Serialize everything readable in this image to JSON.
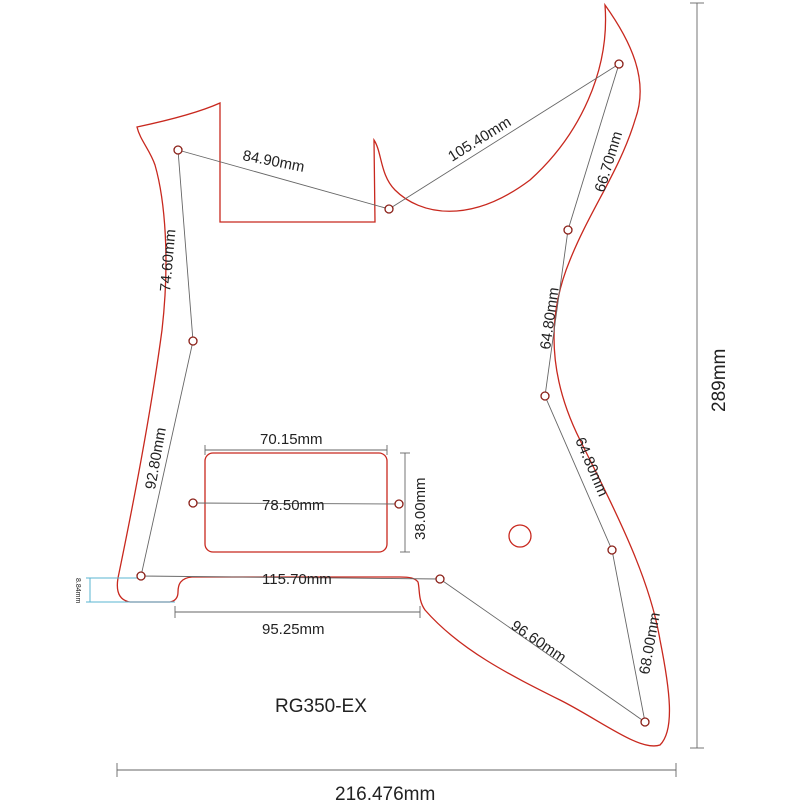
{
  "title": "RG350-EX",
  "dimensions": {
    "height": "289mm",
    "width": "216.476mm",
    "notch": "8.84mm",
    "top_left_to_mid": "84.90mm",
    "mid_to_horn": "105.40mm",
    "horn_to_right1": "66.70mm",
    "right1_to_right2": "64.80mm",
    "right2_to_right3": "64.80mm",
    "right3_to_bottom": "68.00mm",
    "bottom_to_cut": "96.60mm",
    "left_top": "74.60mm",
    "left_bottom": "92.80mm",
    "pickup_width": "70.15mm",
    "pickup_height": "38.00mm",
    "pickup_screws": "78.50mm",
    "cut_span": "115.70mm",
    "cut_width": "95.25mm"
  },
  "colors": {
    "outline": "#c8281e",
    "dim": "#555555",
    "notch": "#5ab4d2"
  }
}
